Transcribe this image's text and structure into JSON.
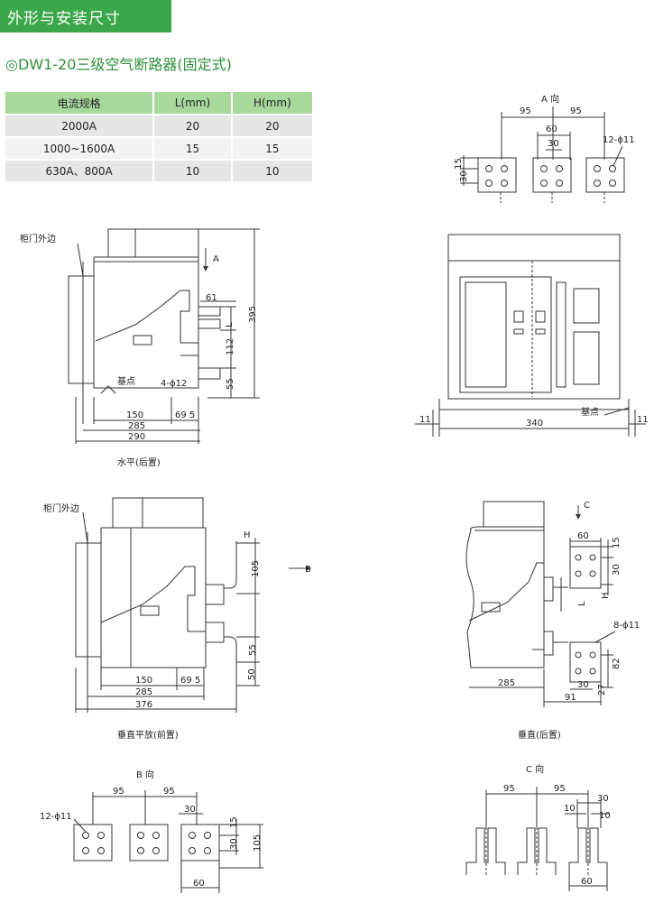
{
  "header": {
    "title": "外形与安装尺寸"
  },
  "subtitle": "◎DW1-20三级空气断路器(固定式)",
  "table": {
    "headers": [
      "电流规格",
      "L(mm)",
      "H(mm)"
    ],
    "rows": [
      [
        "2000A",
        "20",
        "20"
      ],
      [
        "1000~1600A",
        "15",
        "15"
      ],
      [
        "630A、800A",
        "10",
        "10"
      ]
    ]
  },
  "views": {
    "a_view": {
      "label": "A 向",
      "dim_left": "95",
      "dim_right": "95",
      "dim_60": "60",
      "dim_30": "30",
      "hole": "12-ϕ11",
      "dim_15": "15",
      "dim_30v": "30"
    },
    "horizontal": {
      "caption": "水平(后置)",
      "door": "柜门外边",
      "arrow": "A",
      "dim_61": "61",
      "dim_L": "L",
      "dim_112": "112",
      "dim_55": "55",
      "dim_395": "395",
      "base": "基点",
      "hole": "4-ϕ12",
      "dim_150": "150",
      "dim_69": "69 5",
      "dim_285": "285",
      "dim_290": "290"
    },
    "front": {
      "dim_11a": "11",
      "dim_340": "340",
      "dim_11b": "11",
      "base": "基点"
    },
    "vertical_front": {
      "caption": "垂直平放(前置)",
      "door": "柜门外边",
      "dim_H": "H",
      "dim_105": "105",
      "arrow": "B",
      "dim_55": "55",
      "dim_50": "50",
      "dim_150": "150",
      "dim_69": "69 5",
      "dim_285": "285",
      "dim_376": "376"
    },
    "vertical_rear": {
      "caption": "垂直(后置)",
      "arrow": "C",
      "dim_60": "60",
      "dim_15": "15",
      "dim_30": "30",
      "dim_L": "L",
      "dim_H": "H",
      "hole": "8-ϕ11",
      "dim_82": "82",
      "dim_285": "285",
      "dim_30b": "30",
      "dim_27": "27",
      "dim_91": "91"
    },
    "b_view": {
      "label": "B 向",
      "dim_left": "95",
      "dim_right": "95",
      "hole": "12-ϕ11",
      "dim_30": "30",
      "dim_15": "15",
      "dim_30v": "30",
      "dim_105": "105",
      "dim_60": "60"
    },
    "c_view": {
      "label": "C 向",
      "dim_left": "95",
      "dim_right": "95",
      "dim_30": "30",
      "dim_10a": "10",
      "dim_10b": "10",
      "dim_60": "60"
    }
  }
}
